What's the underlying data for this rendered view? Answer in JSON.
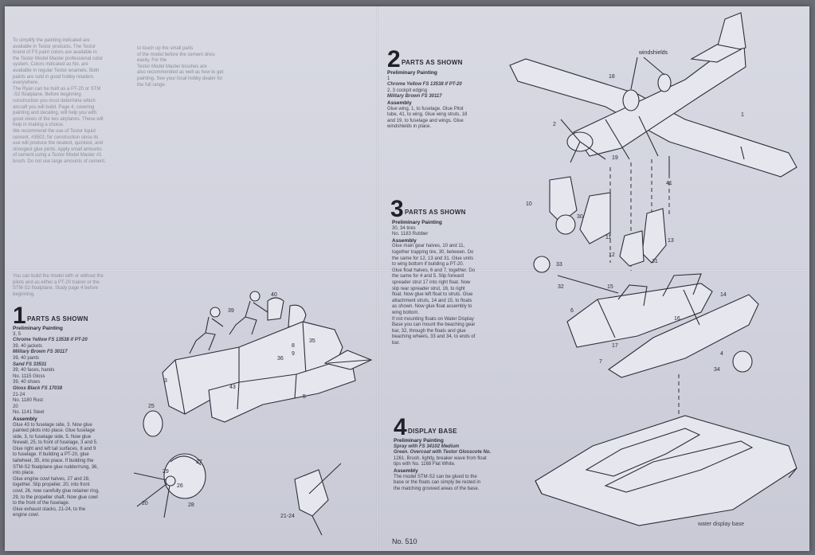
{
  "intro": {
    "col1": [
      "To simplify the painting indicated are",
      "available in Testor products. The Testor",
      "brand of FS paint colors are available in",
      "the Testor Model Master professional color",
      "system. Colors indicated as No. are",
      "available in regular Testor enamels. Both",
      "paints are sold in good hobby retailers",
      "everywhere.",
      "The Ryan can be built as a PT-20 or STM",
      "-S2 floatplane. Before beginning",
      "construction you must determine which",
      "aircraft you will build. Page 4, covering",
      "painting and decaling, will help you with",
      "good views of the two airplanes. These will",
      "help in making a choice.",
      "We recommend the use of Testor liquid",
      "cement, #3502, for construction since its",
      "use will produce the neatest, quickest, and",
      "strongest glue joints. Apply small amounts",
      "of cement using a Testor Model Master #1",
      "brush. Do not use large amounts of cement."
    ],
    "col2": [
      "to touch up the small parts",
      "of the model before the cement dries",
      "easily. For the",
      "Testor Model Master brushes are",
      "also recommended as well as how to get",
      "painting. See your local hobby dealer for",
      "the full range."
    ],
    "build_note": [
      "You can build the model with or without the",
      "pilots and as either a PT-20 trainer or the",
      "STM-S2 floatplane. Study page 4 before",
      "beginning."
    ]
  },
  "step1": {
    "number": "1",
    "title": "PARTS AS SHOWN",
    "prelim": "Preliminary Painting",
    "paint_lines": [
      "3, 5",
      "Chrome Yellow FS 13538 if PT-20",
      "39, 40 jackets",
      "Military Brown FS 30117",
      "39, 40 pants",
      "Sand FS 33531",
      "39, 40 faces, hands",
      "No. 1115 Gloss",
      "39, 40 shoes",
      "Gloss Black FS 17038",
      "21-24",
      "No. 1180 Rust",
      "20",
      "No. 1141 Steel"
    ],
    "assembly_title": "Assembly",
    "assembly_lines": [
      "Glue 43 to fuselage side, 3. Now glue",
      "painted pilots into place. Glue fuselage",
      "side, 3, to fuselage side, 5. Now glue",
      "firewall, 25, to front of fuselage, 3 and 5.",
      "Glue right and left tail surfaces, 8 and 9",
      "to fuselage. If building a PT-20, glue",
      "tailwheel, 35, into place. If building the",
      "STM-S2 floatplane glue rudder/rung, 36,",
      "into place.",
      "Glue engine cowl halves, 27 and 28,",
      "together. Slip propeller, 20, into front",
      "cowl, 26, now carefully glue retainer ring,",
      "29, to the propeller shaft. Now glue cowl",
      "to the front of the fuselage.",
      "Glue exhaust stacks, 21-24, to the",
      "engine cowl."
    ]
  },
  "step2": {
    "number": "2",
    "title": "PARTS AS SHOWN",
    "prelim": "Preliminary Painting",
    "paint_lines": [
      "1",
      "Chrome Yellow FS 13538 if PT-20",
      "2, 3 cockpit edging",
      "Military Brown FS 30117"
    ],
    "assembly_title": "Assembly",
    "assembly_lines": [
      "Glue wing, 1, to fuselage. Glue Pitot",
      "tube, 41, to wing. Glue wing struts, 18",
      "and 19, to fuselage and wings. Glue",
      "windshields in place."
    ]
  },
  "step3": {
    "number": "3",
    "title": "PARTS AS SHOWN",
    "prelim": "Preliminary Painting",
    "paint_lines": [
      "30, 34 tires",
      "No. 1183 Rubber"
    ],
    "assembly_title": "Assembly",
    "assembly_lines": [
      "Glue main gear halves, 10 and 11,",
      "together trapping tire, 30, between. Do",
      "the same for 12, 13 and 31. Glue units",
      "to wing bottom if building a PT-20.",
      "Glue float halves, 6 and 7, together. Do",
      "the same for 4 and 5. Slip forward",
      "spreader strut 17 into right float. Now",
      "slip rear spreader strut, 16, to right",
      "float. Now glue left float to struts. Glue",
      "attachment struts, 14 and 15, to floats",
      "as shown. Now glue float assembly to",
      "wing bottom.",
      "If not mounting floats on Water Display",
      "Base you can mount the beaching gear",
      "bar, 32, through the floats and glue",
      "beaching wheels, 33 and 34, to ends of",
      "bar."
    ]
  },
  "step4": {
    "number": "4",
    "title": "DISPLAY BASE",
    "prelim": "Preliminary Painting",
    "paint_lines": [
      "Spray with FS 34102 Medium",
      "Green. Overcoat with Testor Glosscote No.",
      "1261. Brush, lightly, breaker wave from float",
      "tips with No. 1168 Flat White."
    ],
    "assembly_title": "Assembly",
    "assembly_lines": [
      "The model STM-S2 can be glued to the",
      "base or the floats can simply be rested in",
      "the matching grooved areas of the base."
    ]
  },
  "footer": {
    "part_number": "No. 510",
    "base_caption": "water display base",
    "windshields_caption": "windshields"
  },
  "callouts": {
    "c1": "1",
    "c3": "3",
    "c5": "5",
    "c8": "8",
    "c9": "9",
    "c12": "12",
    "c13": "13",
    "c14": "14",
    "c15": "15",
    "c16": "16",
    "c17": "17",
    "c18": "18",
    "c19": "19",
    "c20": "20",
    "c21_24": "21-24",
    "c25": "25",
    "c26": "26",
    "c27": "27",
    "c28": "28",
    "c29": "29",
    "c30": "30",
    "c31": "31",
    "c32": "32",
    "c33": "33",
    "c34": "34",
    "c35": "35",
    "c36": "36",
    "c39": "39",
    "c40": "40",
    "c41": "41",
    "c43": "43",
    "c4": "4",
    "c6": "6",
    "c7": "7",
    "c10": "10",
    "c11": "11",
    "c2": "2"
  }
}
